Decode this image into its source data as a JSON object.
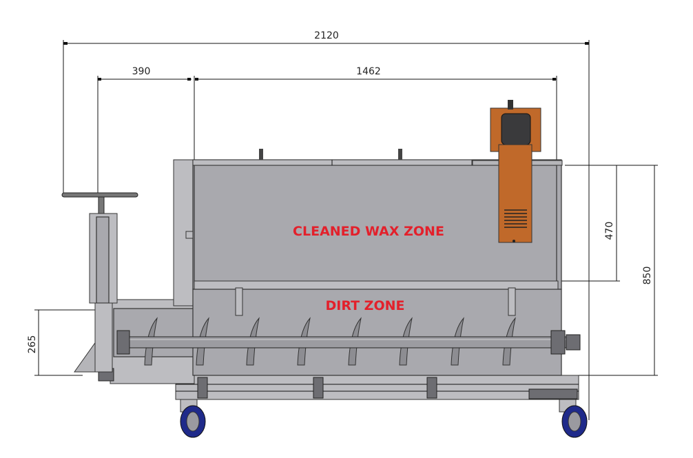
{
  "drawing": {
    "dimensions": {
      "overall_length": "2120",
      "handwheel_offset": "390",
      "tank_length": "1462",
      "wax_zone_height": "470",
      "overall_height": "850",
      "auger_height": "265"
    },
    "labels": {
      "upper_zone": "CLEANED WAX ZONE",
      "lower_zone": "DIRT ZONE"
    },
    "colors": {
      "zone_text": "#e3202b",
      "motor": "#c0692a",
      "steel": "#a9a9ae",
      "wheel": "#1f2a8a"
    }
  }
}
